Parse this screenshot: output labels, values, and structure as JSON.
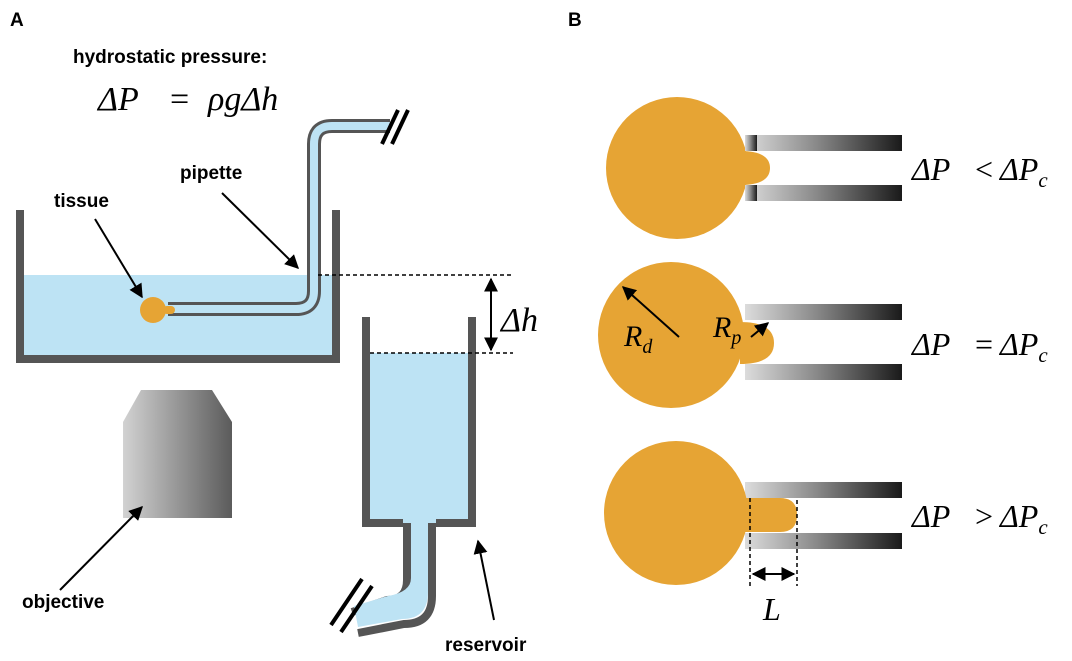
{
  "panel_a": {
    "label": "A",
    "title": "hydrostatic pressure:",
    "equation": {
      "lhs": "ΔP",
      "eq": "=",
      "rhs": "ρgΔh"
    },
    "labels": {
      "tissue": "tissue",
      "pipette": "pipette",
      "objective": "objective",
      "reservoir": "reservoir",
      "delta_h": "Δh"
    }
  },
  "panel_b": {
    "label": "B",
    "rows": [
      {
        "lhs": "ΔP",
        "op": "<",
        "rhs_base": "ΔP",
        "rhs_sub": "c"
      },
      {
        "lhs": "ΔP",
        "op": "=",
        "rhs_base": "ΔP",
        "rhs_sub": "c"
      },
      {
        "lhs": "ΔP",
        "op": ">",
        "rhs_base": "ΔP",
        "rhs_sub": "c"
      }
    ],
    "rd": {
      "base": "R",
      "sub": "d"
    },
    "rp": {
      "base": "R",
      "sub": "p"
    },
    "length": "L"
  },
  "colors": {
    "water": "#bde3f4",
    "wall": "#555555",
    "tissue": "#e6a434",
    "objective_light": "#d0d0d0",
    "objective_dark": "#5a5a5a"
  }
}
